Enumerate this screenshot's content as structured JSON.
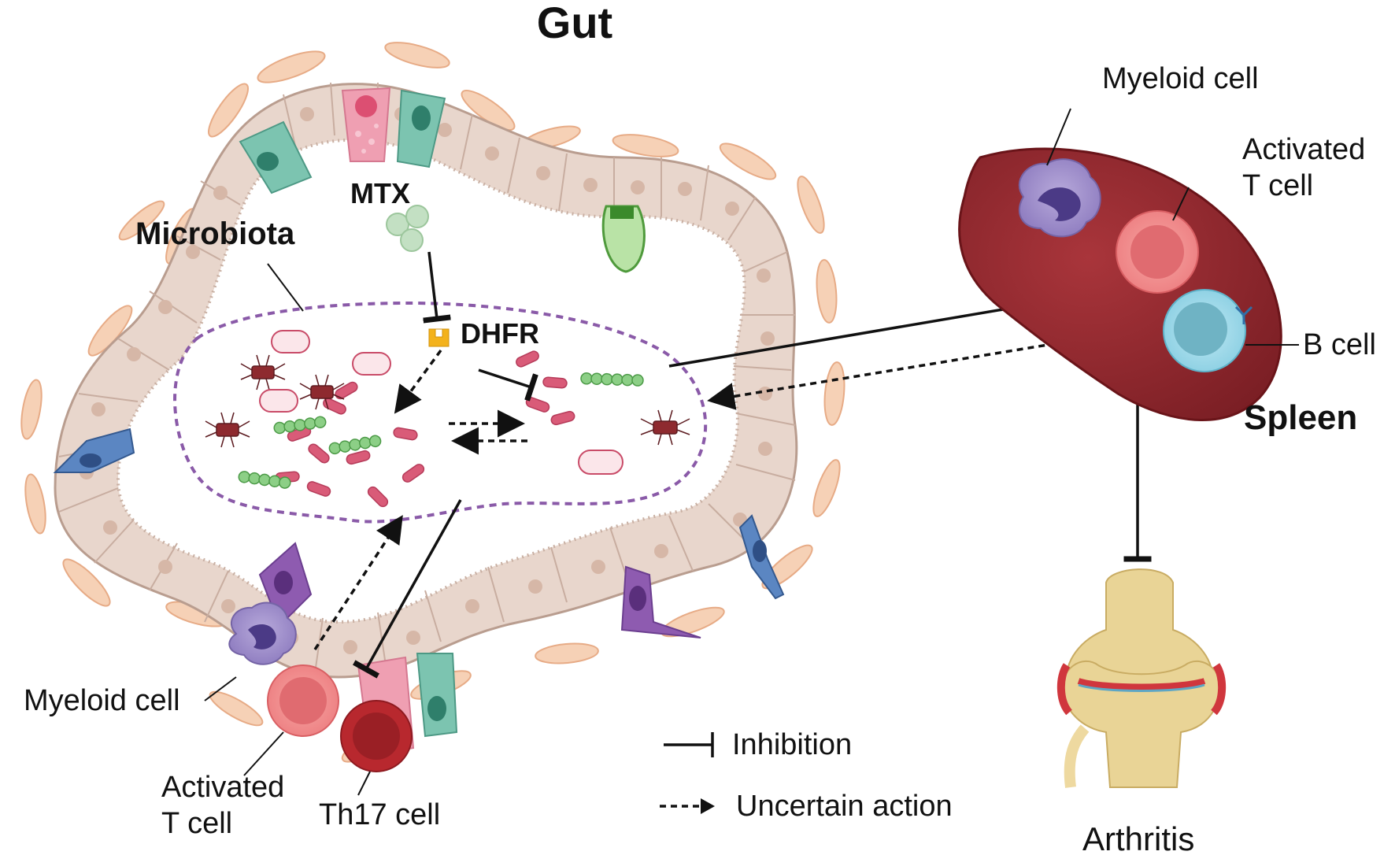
{
  "gut": {
    "title": "Gut",
    "microbiota_label": "Microbiota",
    "mtx_label": "MTX",
    "dhfr_label": "DHFR",
    "cells": {
      "myeloid": "Myeloid cell",
      "activated_t_line1": "Activated",
      "activated_t_line2": "T cell",
      "th17": "Th17 cell"
    }
  },
  "spleen": {
    "title": "Spleen",
    "cells": {
      "myeloid": "Myeloid cell",
      "activated_t_line1": "Activated",
      "activated_t_line2": "T cell",
      "b_cell": "B cell"
    }
  },
  "joint": {
    "label": "Arthritis"
  },
  "legend": {
    "inhibition": "Inhibition",
    "uncertain": "Uncertain action"
  },
  "colors": {
    "epithelium": "#e8d6cc",
    "fibroblast": "#f4c9a8",
    "goblet": "#ef9fb2",
    "enteroendocrine": "#7cc4b0",
    "tuft": "#5b86c2",
    "paneth": "#8e5bb0",
    "microbiota_boundary": "#8a5aa8",
    "spleen": "#8e2a2f",
    "activated_t": "#ef8585",
    "th17": "#b8282e",
    "myeloid": "#9c8ac8",
    "b_cell": "#8fd2e4",
    "mtx": "#c3e0c3",
    "dhfr": "#f3b21c",
    "bone": "#e9d496",
    "arrow": "#111111"
  }
}
